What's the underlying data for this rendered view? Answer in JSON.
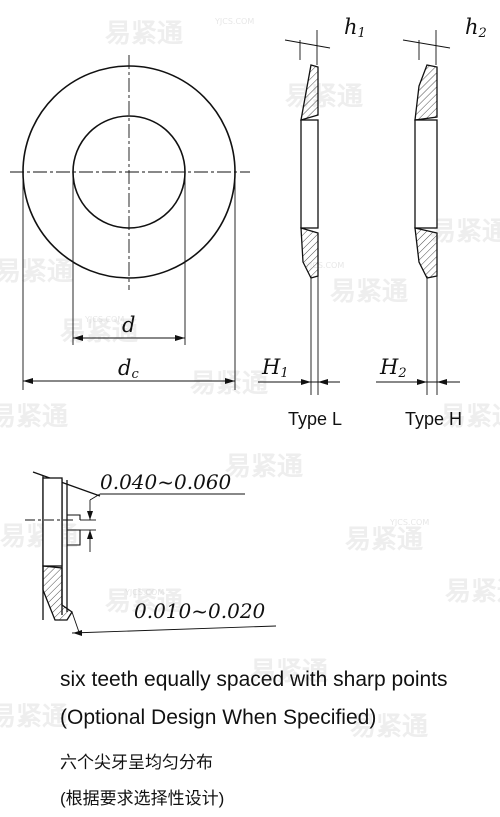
{
  "watermark": {
    "text": "易紧通",
    "url_text": "YJCS.COM"
  },
  "dimensions": {
    "inner_diameter": "d",
    "outer_diameter_main": "d",
    "outer_diameter_sub": "c",
    "h1_main": "h",
    "h1_sub": "1",
    "h2_main": "h",
    "h2_sub": "2",
    "H1_main": "H",
    "H1_sub": "1",
    "H2_main": "H",
    "H2_sub": "2"
  },
  "labels": {
    "type_l": "Type L",
    "type_h": "Type H"
  },
  "tolerances": {
    "upper": "0.040~0.060",
    "lower": "0.010~0.020"
  },
  "notes": {
    "line1": "six teeth equally spaced with sharp points",
    "line2": "(Optional Design When Specified)",
    "line3": "六个尖牙呈均匀分布",
    "line4": "(根据要求选择性设计)"
  }
}
